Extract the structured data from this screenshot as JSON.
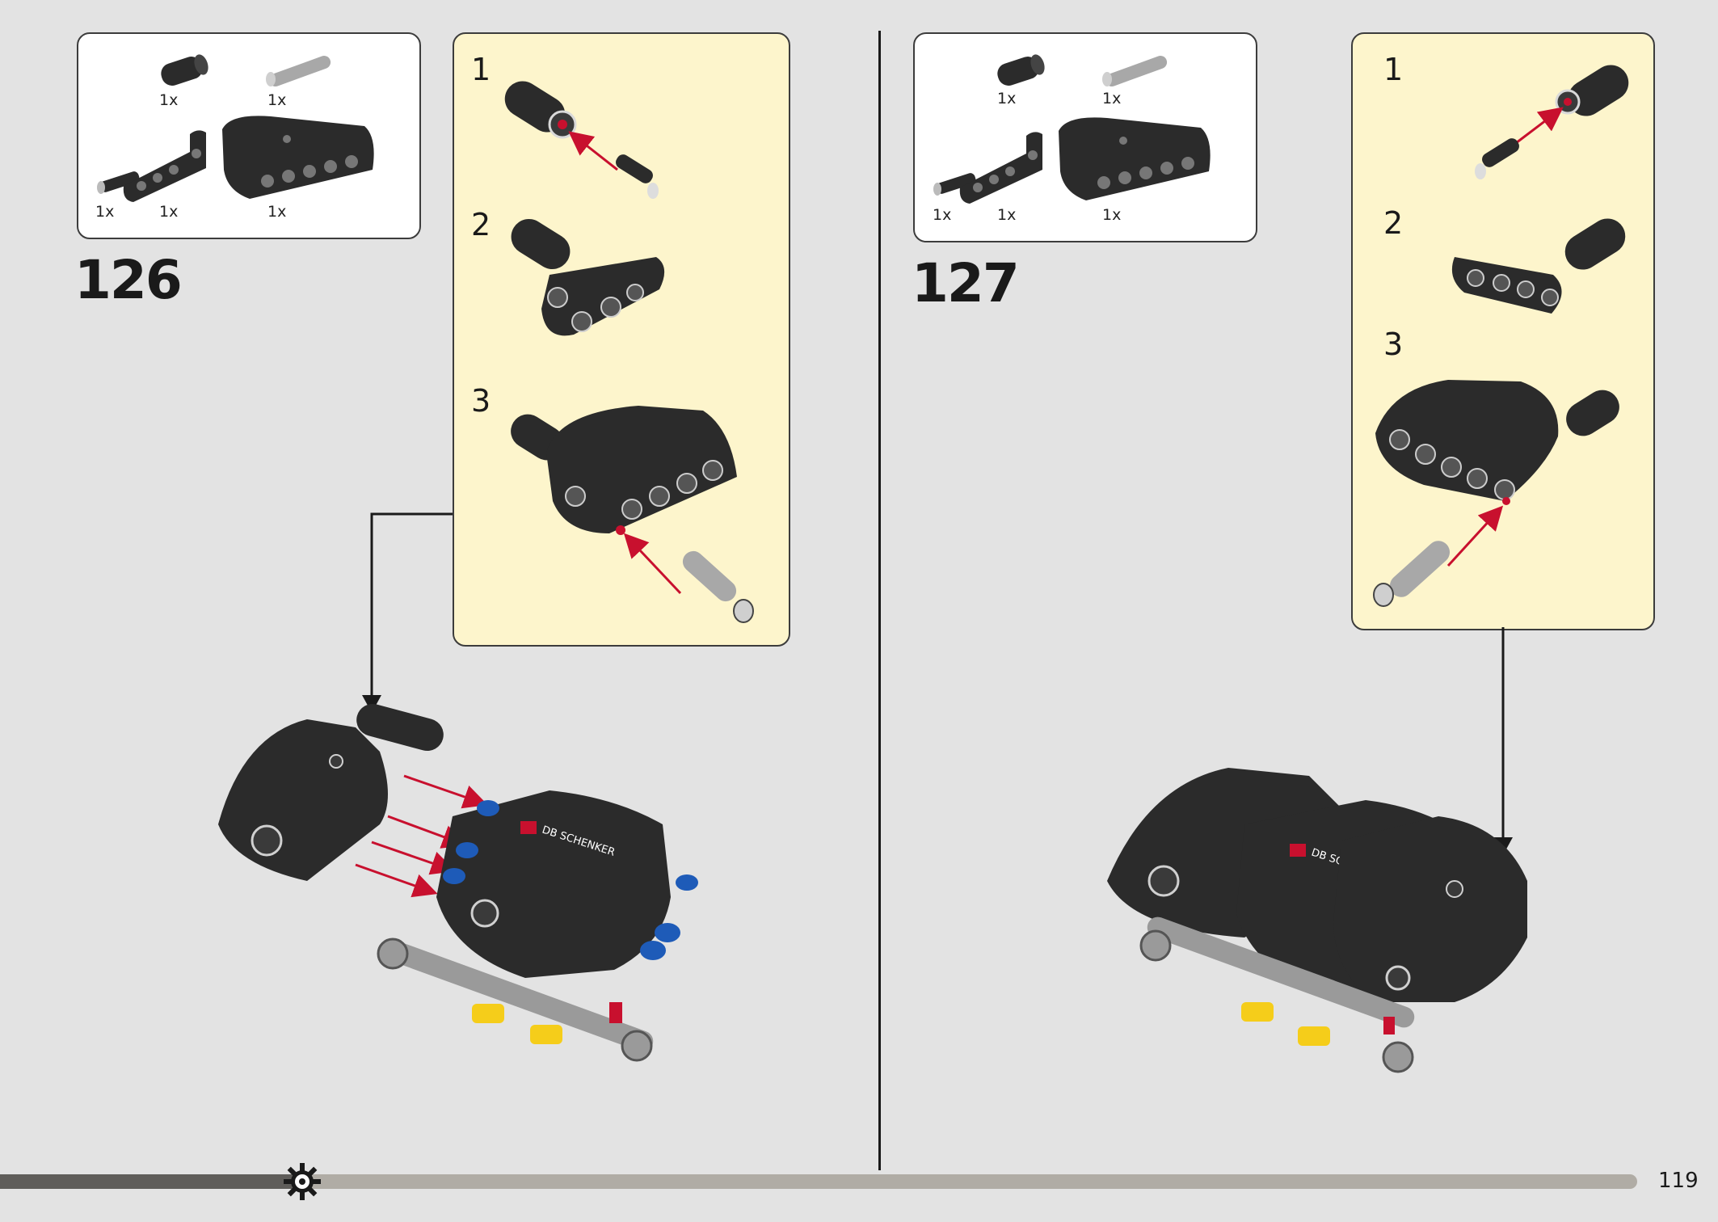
{
  "page_number": "119",
  "progress": {
    "fraction": 0.18
  },
  "steps": [
    {
      "number": "126",
      "parts_list": [
        {
          "part": "black-pin-connector",
          "qty": "1x"
        },
        {
          "part": "grey-axle-pin",
          "qty": "1x"
        },
        {
          "part": "black-friction-pin",
          "qty": "1x"
        },
        {
          "part": "black-angled-beam",
          "qty": "1x"
        },
        {
          "part": "black-panel-bracket",
          "qty": "1x"
        }
      ],
      "substeps": [
        "1",
        "2",
        "3"
      ]
    },
    {
      "number": "127",
      "parts_list": [
        {
          "part": "black-pin-connector",
          "qty": "1x"
        },
        {
          "part": "grey-axle-pin",
          "qty": "1x"
        },
        {
          "part": "black-friction-pin",
          "qty": "1x"
        },
        {
          "part": "black-angled-beam",
          "qty": "1x"
        },
        {
          "part": "black-panel-bracket",
          "qty": "1x"
        }
      ],
      "substeps": [
        "1",
        "2",
        "3"
      ]
    }
  ],
  "decals": {
    "sponsor_text": "DB SCHENKER"
  },
  "colors": {
    "background": "#e3e3e3",
    "substep_fill": "#fdf5cc",
    "arrow_red": "#c8102e",
    "brick_black": "#2b2b2b",
    "pin_blue": "#1e5bb8",
    "brick_yellow": "#f5cd1a",
    "pin_grey": "#9a9a9a"
  }
}
